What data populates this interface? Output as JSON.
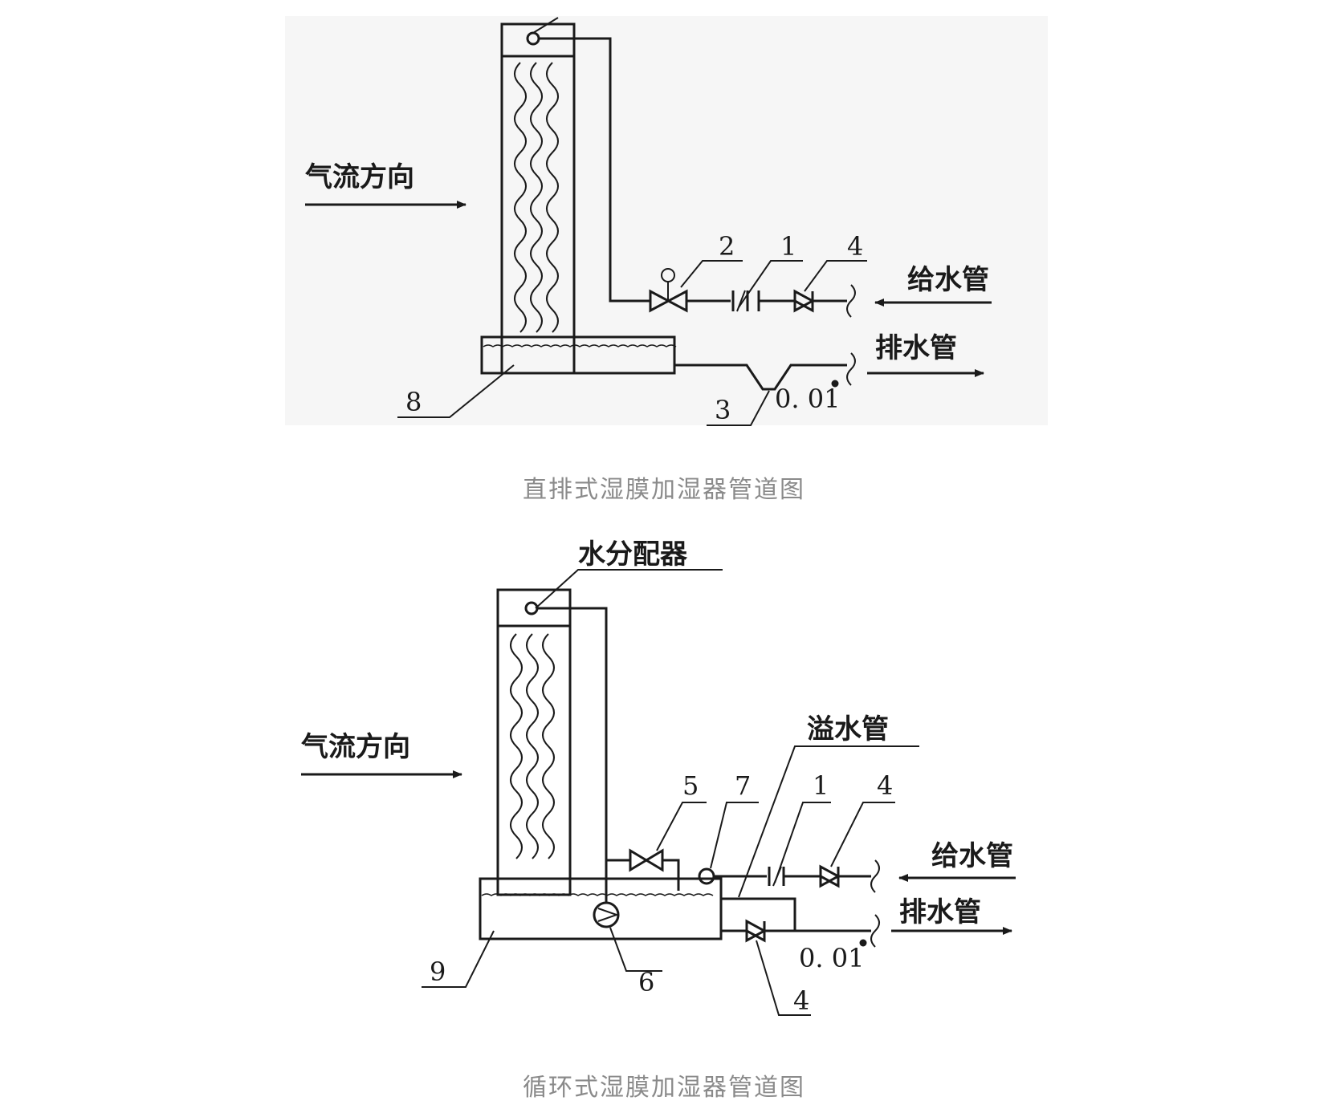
{
  "diagram1": {
    "airflow_label": "气流方向",
    "supply_label": "给水管",
    "drain_label": "排水管",
    "slope_label": "0. 01",
    "callouts": {
      "c2": "2",
      "c1": "1",
      "c4": "4",
      "c3": "3",
      "c8": "8"
    },
    "caption": "直排式湿膜加湿器管道图"
  },
  "diagram2": {
    "distributor_label": "水分配器",
    "airflow_label": "气流方向",
    "overflow_label": "溢水管",
    "supply_label": "给水管",
    "drain_label": "排水管",
    "slope_label": "0. 01",
    "callouts": {
      "c5": "5",
      "c7": "7",
      "c1": "1",
      "c4a": "4",
      "c4b": "4",
      "c6": "6",
      "c9": "9"
    },
    "caption": "循环式湿膜加湿器管道图"
  },
  "colors": {
    "line": "#1a1a1a",
    "caption": "#8a8a8a",
    "panel_bg": "#f6f6f6"
  }
}
